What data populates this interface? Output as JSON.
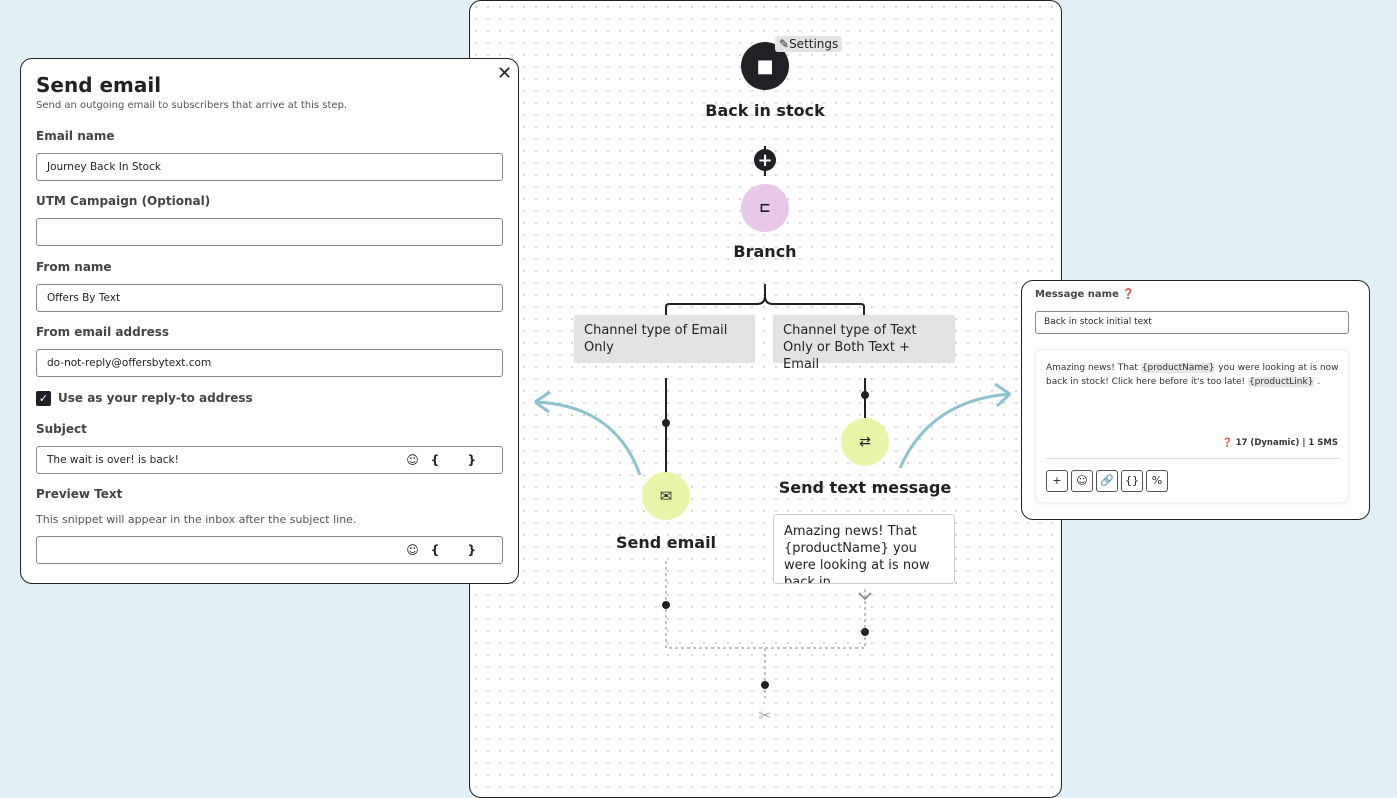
{
  "canvas": {
    "trigger": {
      "title": "Back in stock",
      "settings_label": "Settings",
      "icon": "shopping-bag-icon"
    },
    "branch": {
      "title": "Branch",
      "icon": "branch-icon",
      "conditions": [
        "Channel type of Email Only",
        "Channel type of Text Only or Both Text + Email"
      ]
    },
    "email_node": {
      "title": "Send email",
      "icon": "envelope-icon"
    },
    "sms_node": {
      "title": "Send text message",
      "icon": "message-icon",
      "preview": "Amazing news! That {productName} you were looking at is now back in"
    },
    "colors": {
      "branch": "#e8c7ea",
      "action": "#e7f5a8",
      "trigger": "#1f2124"
    }
  },
  "email_panel": {
    "title": "Send email",
    "subtitle": "Send an outgoing email to subscribers that arrive at this step.",
    "email_name_label": "Email name",
    "email_name": "Journey Back In Stock",
    "utm_label": "UTM Campaign (Optional)",
    "utm": "",
    "from_name_label": "From name",
    "from_name": "Offers By Text",
    "from_email_label": "From email address",
    "from_email": "do-not-reply@offersbytext.com",
    "reply_to_label": "Use as your reply-to address",
    "reply_to_checked": true,
    "subject_label": "Subject",
    "subject": "The wait is over!  is back!",
    "preview_label": "Preview Text",
    "preview_help": "This snippet will appear in the inbox after the subject line.",
    "preview": "",
    "emoji": "☺",
    "var": "{ }"
  },
  "sms_panel": {
    "message_name_label": "Message name",
    "message_name": "Back in stock initial text",
    "body_1": "Amazing news! That ",
    "var1": "{productName}",
    "body_2": " you were looking at is now back in stock! Click here before it's too late! ",
    "var2": "{productLink}",
    "body_3": " .",
    "count": "17 (Dynamic)",
    "segments": "1 SMS",
    "toolbar": [
      "+",
      "☺",
      "🔗",
      "{}",
      "%"
    ]
  }
}
